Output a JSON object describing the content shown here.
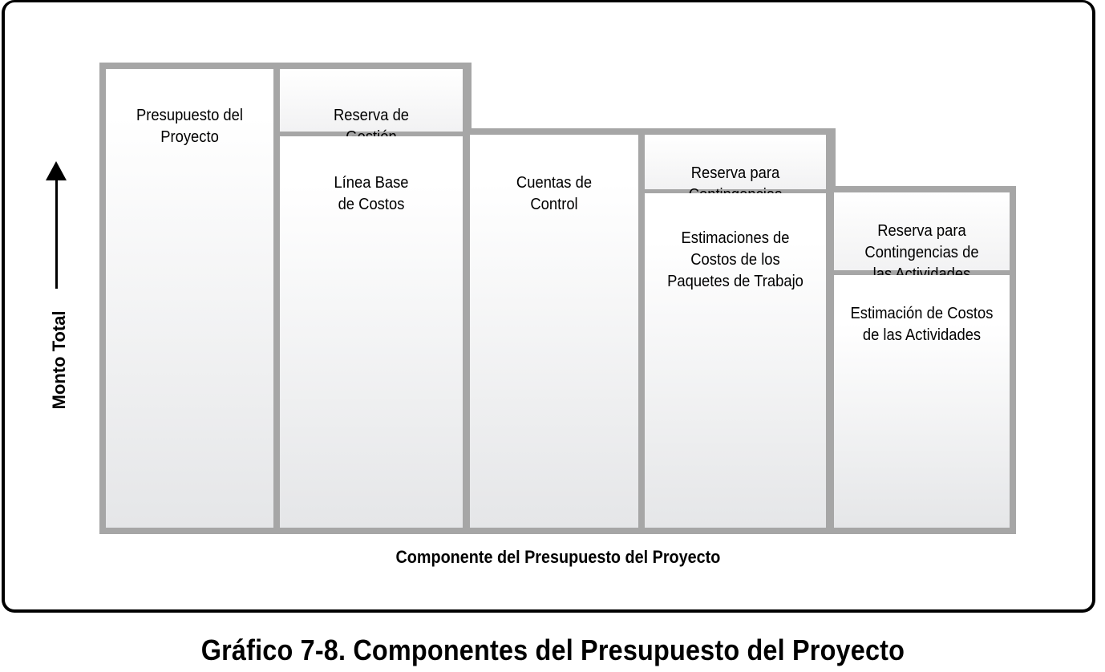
{
  "diagram": {
    "y_axis_label": "Monto Total",
    "x_axis_label": "Componente del Presupuesto del Proyecto",
    "caption": "Gráfico 7-8. Componentes del Presupuesto del Proyecto",
    "columns": [
      {
        "cells": [
          {
            "label": "Presupuesto del\nProyecto"
          }
        ]
      },
      {
        "cells": [
          {
            "label": "Reserva de\nGestión"
          },
          {
            "label": "Línea Base\nde Costos"
          }
        ]
      },
      {
        "cells": [
          {
            "label": "Cuentas de\nControl"
          }
        ]
      },
      {
        "cells": [
          {
            "label": "Reserva para\nContingencias"
          },
          {
            "label": "Estimaciones de\nCostos de los\nPaquetes de Trabajo"
          }
        ]
      },
      {
        "cells": [
          {
            "label": "Reserva para\nContingencias de\nlas Actividades"
          },
          {
            "label": "Estimación de Costos\nde las Actividades"
          }
        ]
      }
    ],
    "colors": {
      "border": "#a6a6a6",
      "frame": "#000000",
      "cell_top": "#ffffff",
      "cell_bottom": "#e5e6e8"
    },
    "icons": [
      "up-arrow-icon"
    ]
  }
}
